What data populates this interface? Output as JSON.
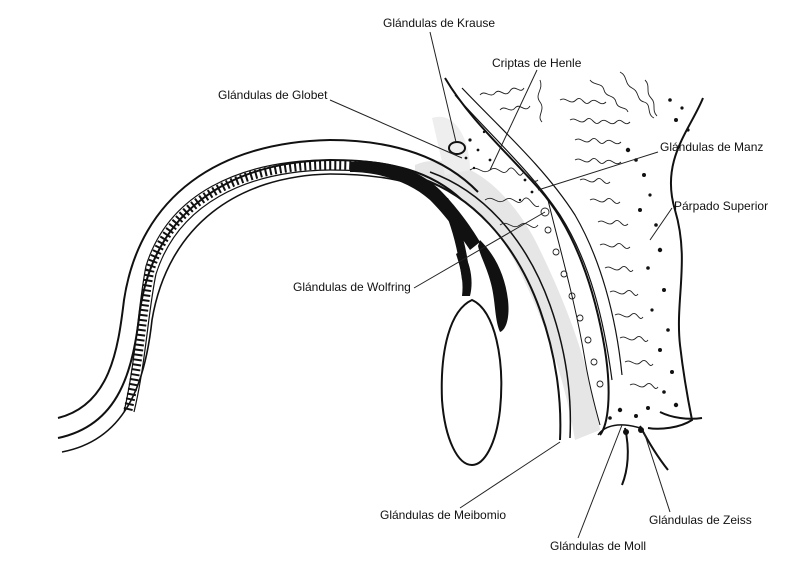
{
  "diagram": {
    "labels": {
      "krause": "Glándulas de Krause",
      "henle": "Criptas de Henle",
      "globet": "Glándulas de Globet",
      "manz": "Glándulas de Manz",
      "parpado": "Párpado Superior",
      "wolfring": "Glándulas de Wolfring",
      "meibomio": "Glándulas de Meibomio",
      "zeiss": "Glándulas de Zeiss",
      "moll": "Glándulas de Moll"
    }
  }
}
